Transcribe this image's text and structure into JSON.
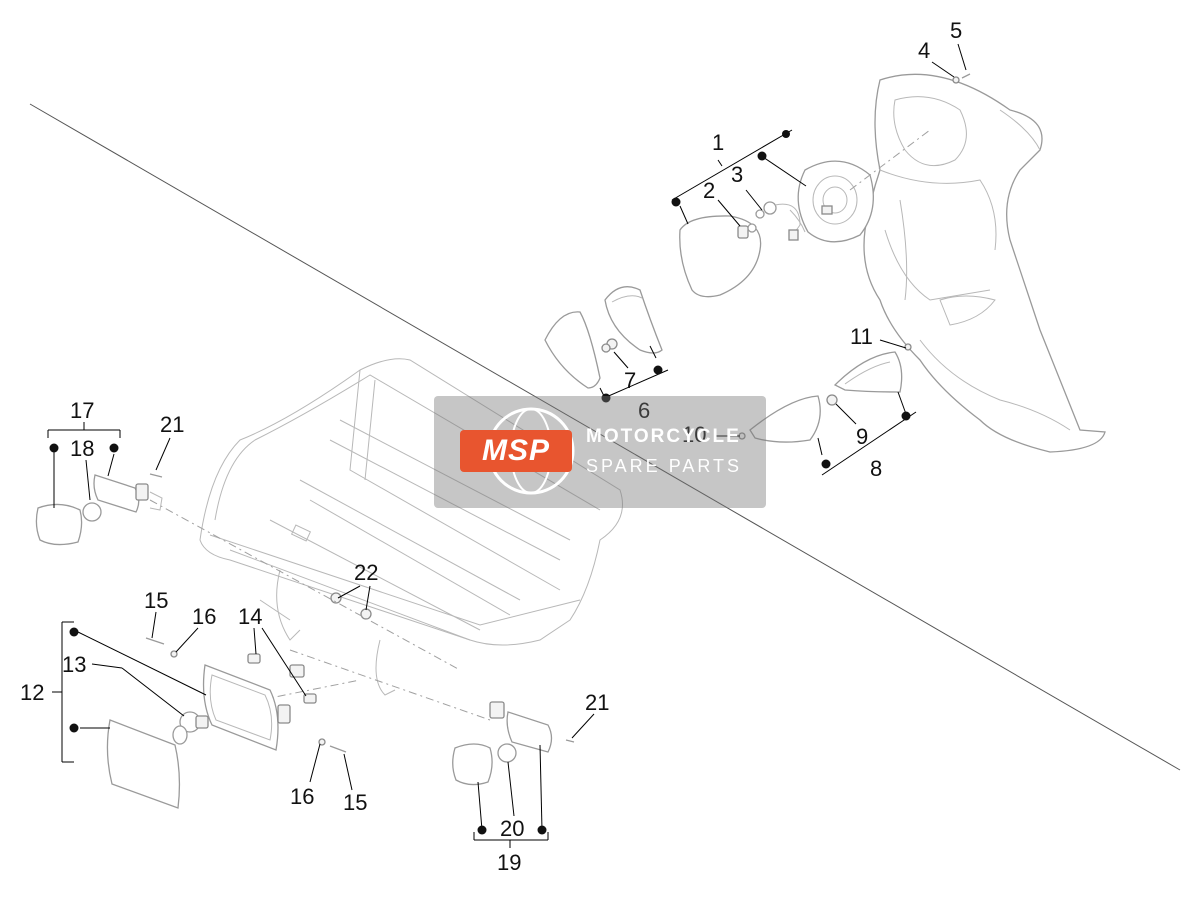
{
  "labels": [
    "1",
    "2",
    "3",
    "4",
    "5",
    "6",
    "7",
    "8",
    "9",
    "10",
    "11",
    "12",
    "13",
    "14",
    "15",
    "16",
    "17",
    "18",
    "19",
    "20",
    "21",
    "22"
  ],
  "label_21_second": "21",
  "label_15_second": "15",
  "label_16_second": "16",
  "watermark": {
    "logo": "MSP",
    "line1": "MOTORCYCLE",
    "line2": "SPARE PARTS"
  },
  "colors": {
    "watermark_accent": "#e8552f",
    "line": "#000000",
    "parts": "#9a9a9a"
  }
}
